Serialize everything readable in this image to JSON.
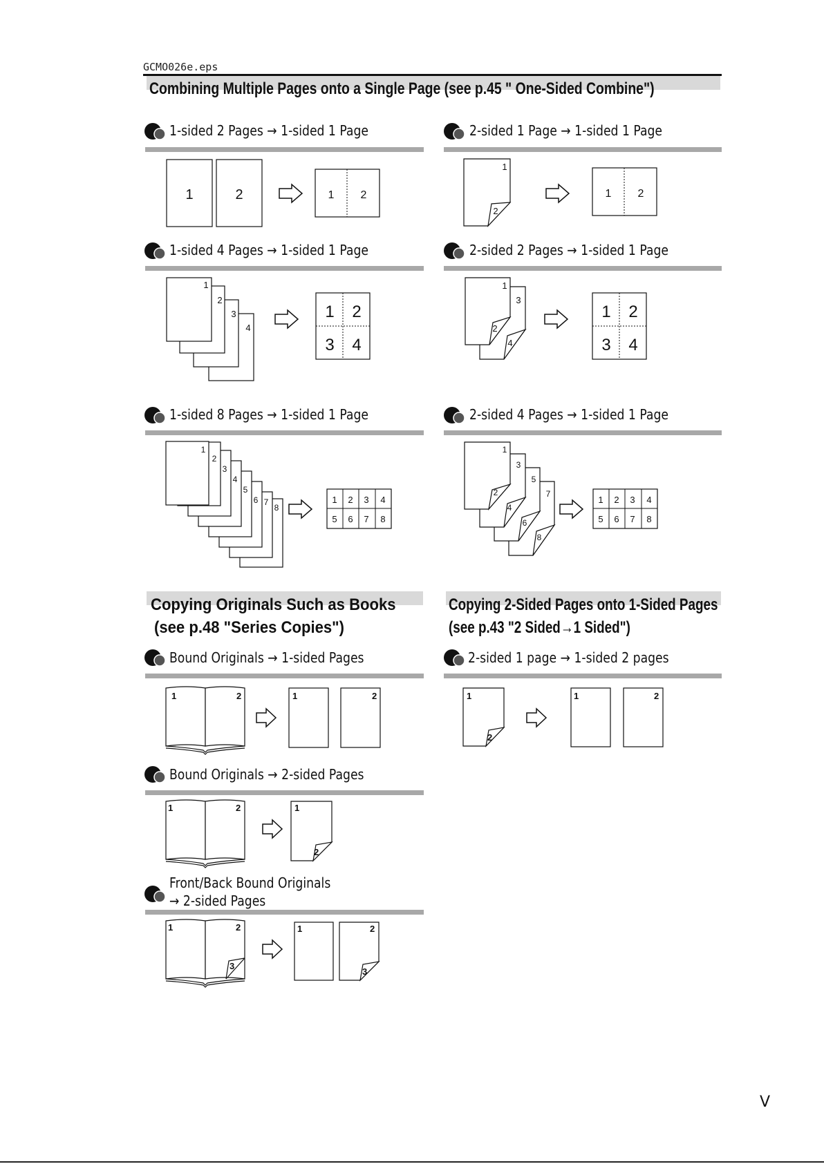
{
  "file_label": "GCMO026e.eps",
  "page_number": "V",
  "sections": {
    "combine": {
      "title": "Combining Multiple Pages onto a Single Page (see p.45 \" One-Sided Combine\")"
    },
    "books": {
      "title_line1": "Copying Originals Such as Books",
      "title_line2": "(see p.48 \"Series Copies\")"
    },
    "two_sided": {
      "title_line1": "Copying 2-Sided Pages onto 1-Sided Pages",
      "title_line2": "(see p.43 \"2 Sided→1 Sided\")"
    }
  },
  "items": {
    "s1_2": "1-sided 2 Pages → 1-sided 1 Page",
    "d1_1": "2-sided 1 Page → 1-sided 1 Page",
    "s1_4": "1-sided 4 Pages → 1-sided 1 Page",
    "d2_1": "2-sided 2 Pages → 1-sided 1 Page",
    "s1_8": "1-sided 8 Pages → 1-sided 1 Page",
    "d4_1": "2-sided 4 Pages → 1-sided 1 Page",
    "bound_1s": "Bound Originals → 1-sided Pages",
    "d1p_2p": "2-sided 1 page → 1-sided 2 pages",
    "bound_2s": "Bound Originals → 2-sided Pages",
    "fb_line1": "Front/Back Bound Originals",
    "fb_line2": "→ 2-sided Pages"
  },
  "numerals": {
    "n1": "1",
    "n2": "2",
    "n3": "3",
    "n4": "4",
    "n5": "5",
    "n6": "6",
    "n7": "7",
    "n8": "8"
  },
  "colors": {
    "rule": "#a8a8a8",
    "header_bar": "#d9d9d9",
    "ink": "#111111"
  }
}
